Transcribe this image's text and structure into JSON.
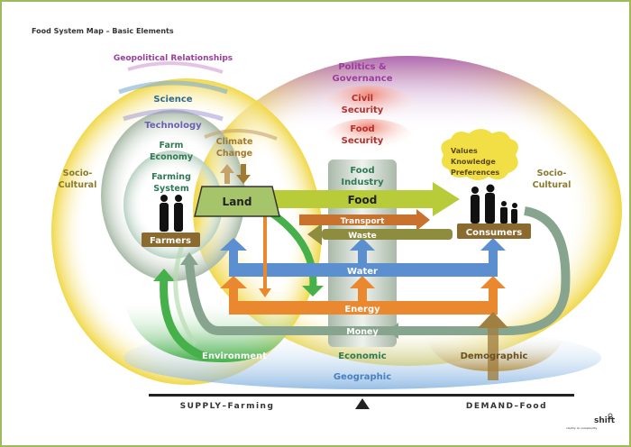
{
  "title": "Food System Map – Basic Elements",
  "labels": {
    "geopolitical": "Geopolitical Relationships",
    "science": "Science",
    "technology": "Technology",
    "farm_economy": [
      "Farm",
      "Economy"
    ],
    "climate_change": [
      "Climate",
      "Change"
    ],
    "farming_system": [
      "Farming",
      "System"
    ],
    "socio_cultural_left": [
      "Socio-",
      "Cultural"
    ],
    "socio_cultural_right": [
      "Socio-",
      "Cultural"
    ],
    "politics": [
      "Politics &",
      "Governance"
    ],
    "civil_security": [
      "Civil",
      "Security"
    ],
    "food_security": [
      "Food",
      "Security"
    ],
    "food_industry": [
      "Food",
      "Industry"
    ],
    "values": [
      "Values",
      "Knowledge",
      "Preferences"
    ],
    "land": "Land",
    "food": "Food",
    "transport": "Transport",
    "waste": "Waste",
    "farmers": "Farmers",
    "consumers": "Consumers",
    "water": "Water",
    "energy": "Energy",
    "money": "Money",
    "environment": "Environment",
    "economic": "Economic",
    "demographic": "Demographic",
    "geographic": "Geographic"
  },
  "scale": {
    "supply": "SUPPLY–Farming",
    "demand": "DEMAND–Food"
  },
  "logo": {
    "name": "shift",
    "tagline": "clarity in complexity"
  },
  "colors": {
    "border": "#9dbb5a",
    "politics": "#9a3d9e",
    "science": "#2c6a8a",
    "technology": "#6a5fb0",
    "farm": "#2f7a55",
    "climate": "#a07a30",
    "security": "#b5302c",
    "socio": "#8a7a2e",
    "food": "#b8cc3a",
    "transport": "#c9722e",
    "waste": "#8e8c3e",
    "water": "#5b8fd0",
    "energy": "#e9882f",
    "money": "#87a48e",
    "environment": "#46b04a",
    "demographic": "#8a6a2a",
    "geographic": "#5b8fd0",
    "label_box": "#8a6a2e"
  }
}
